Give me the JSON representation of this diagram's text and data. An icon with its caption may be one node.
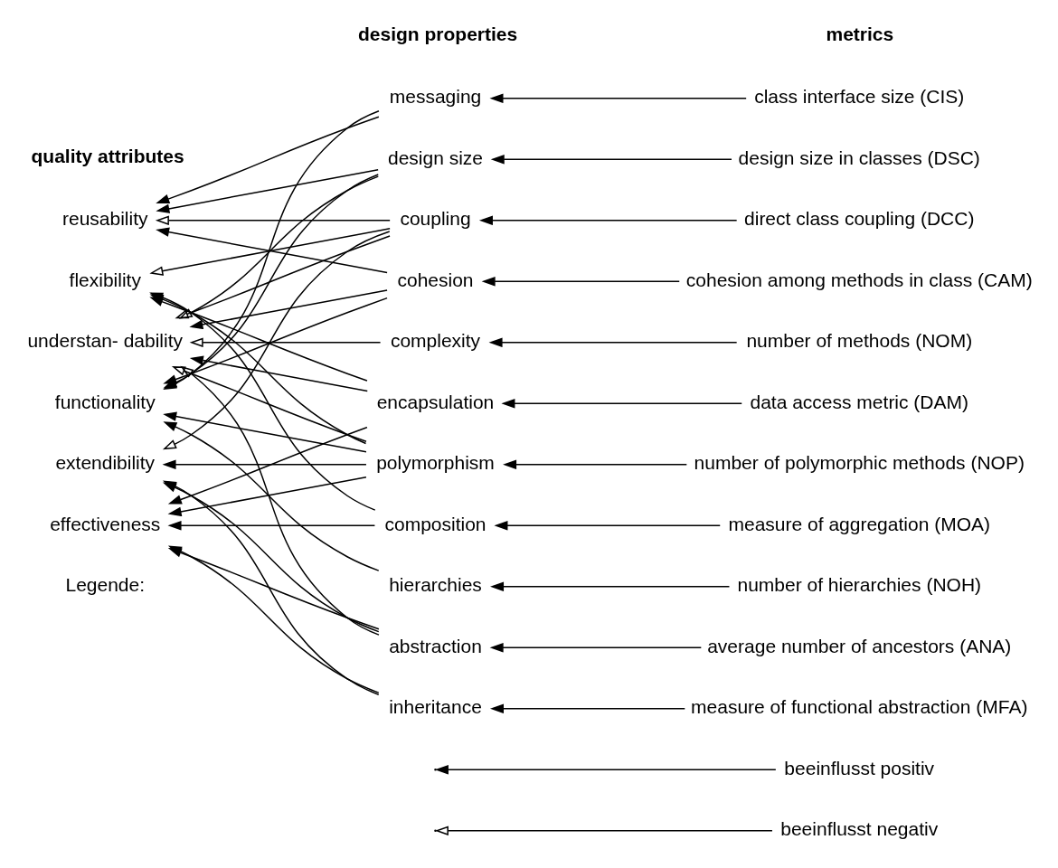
{
  "diagram": {
    "nodes": [
      {
        "text": [
          "reusability"
        ]
      },
      {
        "text": [
          "flexibility"
        ]
      },
      {
        "text": [
          "understan- dability"
        ]
      },
      {
        "text": [
          "functionality"
        ]
      },
      {
        "text": [
          "extendibility"
        ]
      },
      {
        "text": [
          "effectiveness"
        ]
      },
      {
        "text": [
          "messaging"
        ]
      },
      {
        "text": [
          "design size"
        ]
      },
      {
        "text": [
          "coupling"
        ]
      },
      {
        "text": [
          "cohesion"
        ]
      },
      {
        "text": [
          "complexity"
        ]
      },
      {
        "text": [
          "encapsulation"
        ]
      },
      {
        "text": [
          "polymorphism"
        ]
      },
      {
        "text": [
          "composition"
        ]
      },
      {
        "text": [
          "hierarchies"
        ]
      },
      {
        "text": [
          "abstraction"
        ]
      },
      {
        "text": [
          "inheritance"
        ]
      },
      {
        "text": [
          "class interface size (CIS)"
        ]
      },
      {
        "text": [
          "design size in classes (DSC)"
        ]
      },
      {
        "text": [
          "direct class coupling (DCC)"
        ]
      },
      {
        "text": [
          "cohesion among methods in class (CAM)"
        ]
      },
      {
        "text": [
          "number of methods (NOM)"
        ]
      },
      {
        "text": [
          "data access metric (DAM)"
        ]
      },
      {
        "text": [
          "number of polymorphic methods (NOP)"
        ]
      },
      {
        "text": [
          "measure of aggregation (MOA)"
        ]
      },
      {
        "text": [
          "number of hierarchies (NOH)"
        ]
      },
      {
        "text": [
          "average number of ancestors (ANA)"
        ]
      },
      {
        "text": [
          "measure of functional abstraction (MFA)"
        ]
      }
    ],
    "edges": [
      {
        "from": 17,
        "to": 6,
        "arrow": "to"
      },
      {
        "from": 18,
        "to": 7,
        "arrow": "to"
      },
      {
        "from": 19,
        "to": 8,
        "arrow": "to"
      },
      {
        "from": 20,
        "to": 9,
        "arrow": "to"
      },
      {
        "from": 21,
        "to": 10,
        "arrow": "to"
      },
      {
        "from": 22,
        "to": 11,
        "arrow": "to"
      },
      {
        "from": 23,
        "to": 12,
        "arrow": "to"
      },
      {
        "from": 24,
        "to": 13,
        "arrow": "to"
      },
      {
        "from": 25,
        "to": 14,
        "arrow": "to"
      },
      {
        "from": 26,
        "to": 15,
        "arrow": "to"
      },
      {
        "from": 27,
        "to": 16,
        "arrow": "to"
      },
      {
        "from": 6,
        "to": 0,
        "arrow": "to"
      },
      {
        "from": 6,
        "to": 3,
        "arrow": "to"
      },
      {
        "from": 7,
        "to": 0,
        "arrow": "to"
      },
      {
        "from": 7,
        "to": 2,
        "arrow": "to"
      },
      {
        "from": 7,
        "to": 3,
        "arrow": "to"
      },
      {
        "from": 8,
        "to": 0,
        "arrow": "to"
      },
      {
        "from": 8,
        "to": 1,
        "arrow": "to"
      },
      {
        "from": 8,
        "to": 2,
        "arrow": "to"
      },
      {
        "from": 8,
        "to": 4,
        "arrow": "to"
      },
      {
        "from": 9,
        "to": 0,
        "arrow": "to"
      },
      {
        "from": 9,
        "to": 2,
        "arrow": "to"
      },
      {
        "from": 9,
        "to": 3,
        "arrow": "to"
      },
      {
        "from": 10,
        "to": 2,
        "arrow": "to"
      },
      {
        "from": 11,
        "to": 1,
        "arrow": "to"
      },
      {
        "from": 11,
        "to": 2,
        "arrow": "to"
      },
      {
        "from": 11,
        "to": 5,
        "arrow": "to"
      },
      {
        "from": 12,
        "to": 1,
        "arrow": "to"
      },
      {
        "from": 12,
        "to": 2,
        "arrow": "to"
      },
      {
        "from": 12,
        "to": 3,
        "arrow": "to"
      },
      {
        "from": 12,
        "to": 4,
        "arrow": "to"
      },
      {
        "from": 12,
        "to": 5,
        "arrow": "to"
      },
      {
        "from": 13,
        "to": 1,
        "arrow": "to"
      },
      {
        "from": 13,
        "to": 5,
        "arrow": "to"
      },
      {
        "from": 14,
        "to": 3,
        "arrow": "to"
      },
      {
        "from": 15,
        "to": 2,
        "arrow": "to"
      },
      {
        "from": 15,
        "to": 4,
        "arrow": "to"
      },
      {
        "from": 15,
        "to": 5,
        "arrow": "to"
      },
      {
        "from": 16,
        "to": 4,
        "arrow": "to"
      },
      {
        "from": 16,
        "to": 5,
        "arrow": "to"
      }
    ],
    "labels": [
      "quality attributes",
      "design properties",
      "metrics",
      "Legende:"
    ],
    "legend": [
      {
        "text": "beeinflusst positiv"
      },
      {
        "text": "beeinflusst negativ"
      }
    ]
  }
}
